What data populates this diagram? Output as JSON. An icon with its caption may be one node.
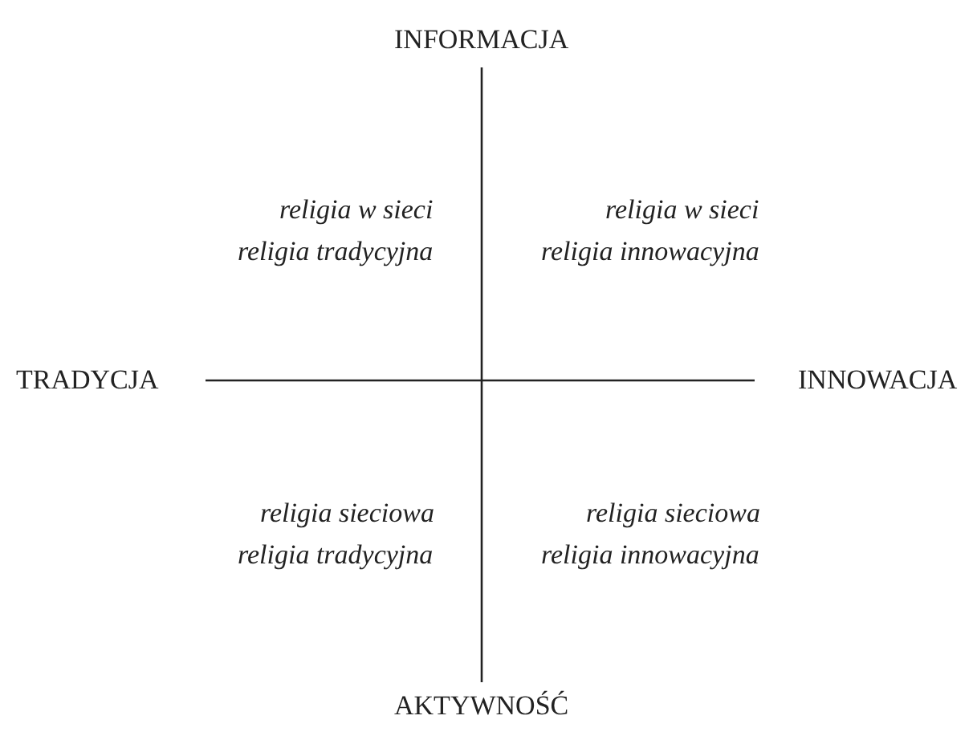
{
  "diagram": {
    "labels": [
      "INFORMACJA",
      "religia w sieci",
      "religia tradycyjna",
      "religia w sieci",
      "religia innowacyjna",
      "TRADYCJA",
      "INNOWACJA",
      "religia sieciowa",
      "religia tradycyjna",
      "religia sieciowa",
      "religia innowacyjna",
      "AKTYWNOŚĆ"
    ]
  }
}
